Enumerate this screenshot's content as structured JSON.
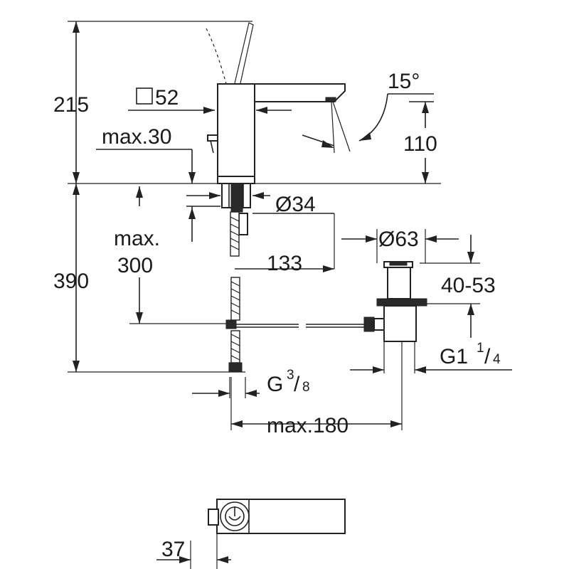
{
  "dimensions": {
    "height_total": "215",
    "square": "52",
    "max_30": "max.30",
    "angle": "15°",
    "spout_height": "110",
    "diameter_34": "Ø34",
    "max_300_line1": "max.",
    "max_300_line2": "300",
    "below_height": "390",
    "reach": "133",
    "diameter_63": "Ø63",
    "range": "40-53",
    "g_label": "G",
    "g_sup": "3",
    "g_sub": "8",
    "g1_label": "G1",
    "g1_sup": "1",
    "g1_sub": "4",
    "max_180": "max.180",
    "base_37": "37"
  }
}
